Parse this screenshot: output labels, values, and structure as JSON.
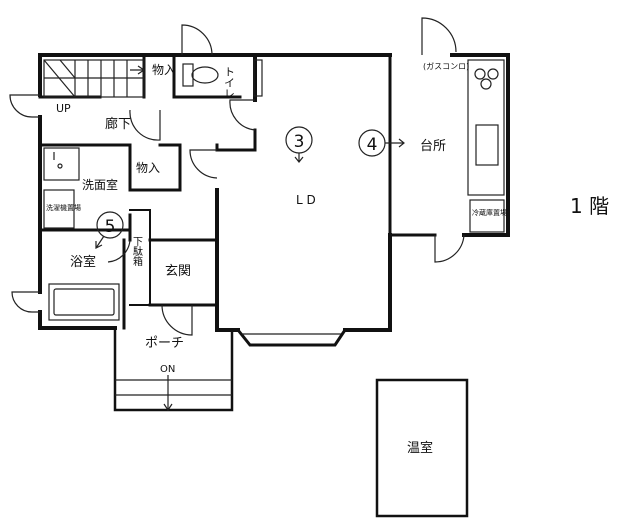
{
  "floor": {
    "label": "1 階"
  },
  "rooms": {
    "storage_top": "物入",
    "toilet": "トイレ",
    "hall": "廊下",
    "up": "UP",
    "washroom": "洗面室",
    "storage_mid": "物入",
    "washer": "洗濯機置場",
    "bath": "浴室",
    "shoe_box": "下駄箱",
    "entrance": "玄関",
    "porch": "ポーチ",
    "on": "ON",
    "ld": "L D",
    "kitchen": "台所",
    "gas": "(ガスコンロ)",
    "fridge": "冷蔵庫置場",
    "greenhouse": "温室"
  },
  "markers": [
    {
      "id": "3",
      "label": "3"
    },
    {
      "id": "4",
      "label": "4"
    },
    {
      "id": "5",
      "label": "5"
    }
  ],
  "colors": {
    "line": "#111111",
    "background": "#ffffff"
  }
}
